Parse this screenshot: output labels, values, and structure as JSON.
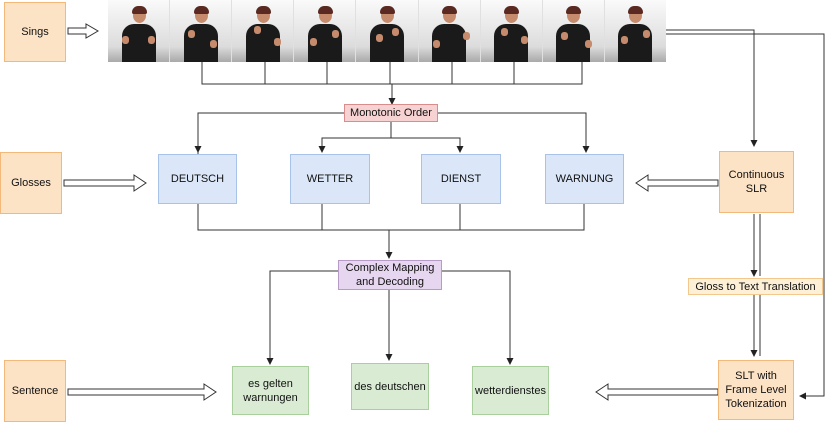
{
  "labels": {
    "sings": "Sings",
    "glosses": "Glosses",
    "sentence": "Sentence",
    "continuous_slr": "Continuous SLR",
    "monotonic_order": "Monotonic Order",
    "complex_mapping": "Complex  Mapping and Decoding",
    "gloss_to_text": "Gloss to Text Translation",
    "slt_frame_level": "SLT with Frame Level Tokenization"
  },
  "glosses": [
    "DEUTSCH",
    "WETTER",
    "DIENST",
    "WARNUNG"
  ],
  "words": [
    "es gelten warnungen",
    "des deutschen",
    "wetterdienstes"
  ],
  "filmstrip": {
    "frame_count": 9,
    "description_icon": "sign-language-video-frame-icon"
  },
  "colors": {
    "input_orange": "#fde3c6",
    "gloss_blue": "#dbe7f8",
    "word_green": "#d9ecd3",
    "monotonic_pink": "#f7d2d2",
    "mapping_lilac": "#e6d6ef",
    "translation_yellow": "#fdf0d7"
  }
}
